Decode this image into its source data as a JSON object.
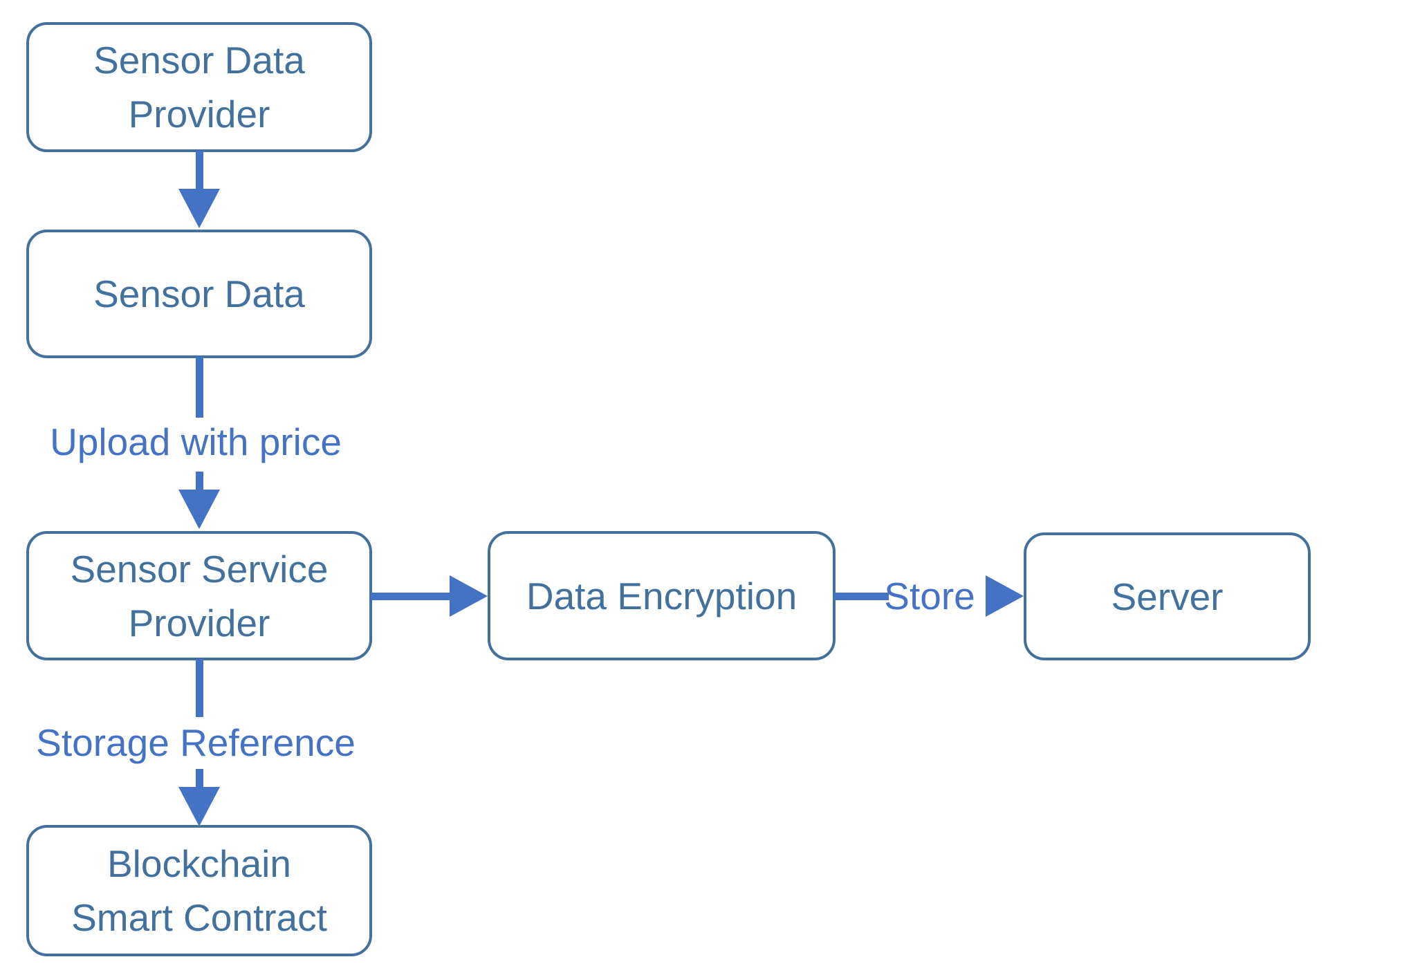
{
  "diagram": {
    "nodes": {
      "sensor_data_provider": {
        "label": "Sensor Data\nProvider"
      },
      "sensor_data": {
        "label": "Sensor Data"
      },
      "sensor_service_provider": {
        "label": "Sensor Service\nProvider"
      },
      "data_encryption": {
        "label": "Data Encryption"
      },
      "server": {
        "label": "Server"
      },
      "blockchain_smart_contract": {
        "label": "Blockchain\nSmart Contract"
      }
    },
    "edges": {
      "provider_to_data": {
        "label": ""
      },
      "upload_with_price": {
        "label": "Upload with price"
      },
      "service_to_encryption": {
        "label": ""
      },
      "store": {
        "label": "Store"
      },
      "storage_reference": {
        "label": "Storage Reference"
      }
    },
    "colors": {
      "box_border": "#41719C",
      "box_text": "#41719C",
      "arrow": "#4472C4",
      "label_text": "#4472C4",
      "background": "#FFFFFF"
    }
  }
}
